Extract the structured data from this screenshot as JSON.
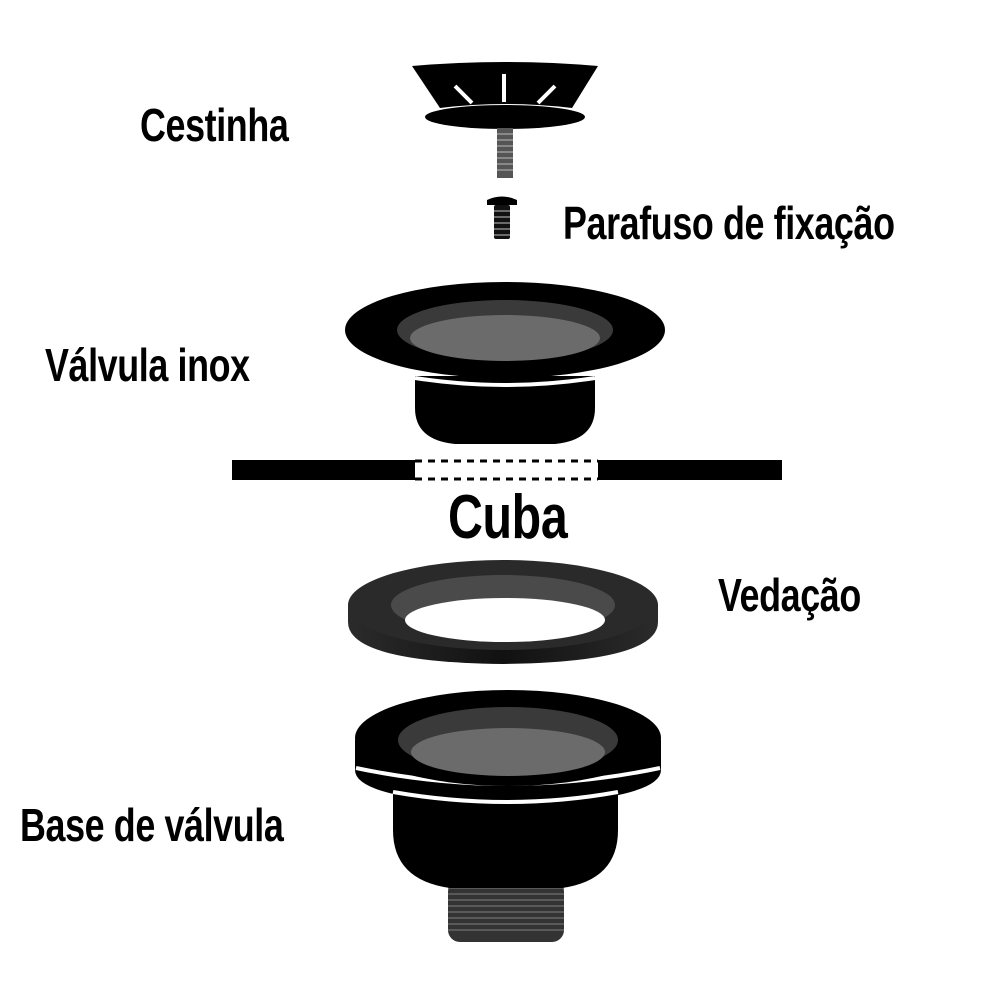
{
  "diagram": {
    "type": "exploded-assembly",
    "subject": "sink drain valve assembly",
    "labels": {
      "cestinha": "Cestinha",
      "parafuso": "Parafuso de fixação",
      "valvula_inox": "Válvula inox",
      "cuba": "Cuba",
      "vedacao": "Vedação",
      "base_valvula": "Base de válvula"
    },
    "parts_order_top_to_bottom": [
      "Cestinha",
      "Parafuso de fixação",
      "Válvula inox",
      "Cuba",
      "Vedação",
      "Base de válvula"
    ],
    "colors": {
      "background": "#ffffff",
      "part_dark": "#000000",
      "inner_mid": "#3a3a3a",
      "inner_light": "#6b6b6b",
      "gasket": "#2a2a2a"
    }
  }
}
